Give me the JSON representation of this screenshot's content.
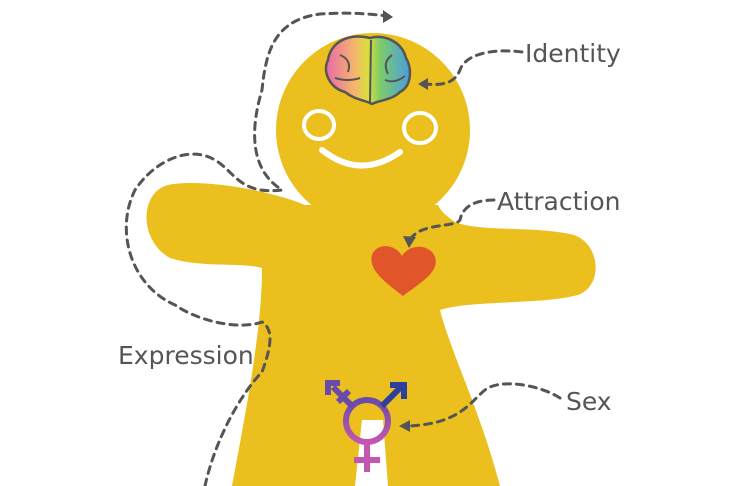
{
  "labels": {
    "identity": "Identity",
    "attraction": "Attraction",
    "expression": "Expression",
    "sex": "Sex"
  },
  "colors": {
    "body": "#EBC01E",
    "heart": "#E0552A",
    "symbol_top": "#6A4BA8",
    "symbol_bottom": "#C456B0",
    "symbol_arrow": "#2E3F9E",
    "dashes": "#555555"
  }
}
